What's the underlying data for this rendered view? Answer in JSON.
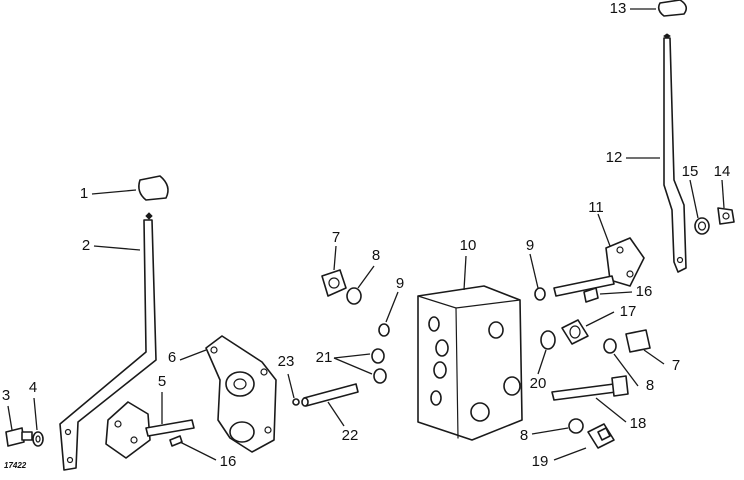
{
  "figure": {
    "number": "17422"
  },
  "callouts": [
    "1",
    "2",
    "3",
    "4",
    "5",
    "6",
    "7",
    "7",
    "8",
    "8",
    "8",
    "9",
    "9",
    "10",
    "11",
    "12",
    "13",
    "14",
    "15",
    "16",
    "16",
    "17",
    "18",
    "19",
    "20",
    "21",
    "22",
    "23"
  ]
}
